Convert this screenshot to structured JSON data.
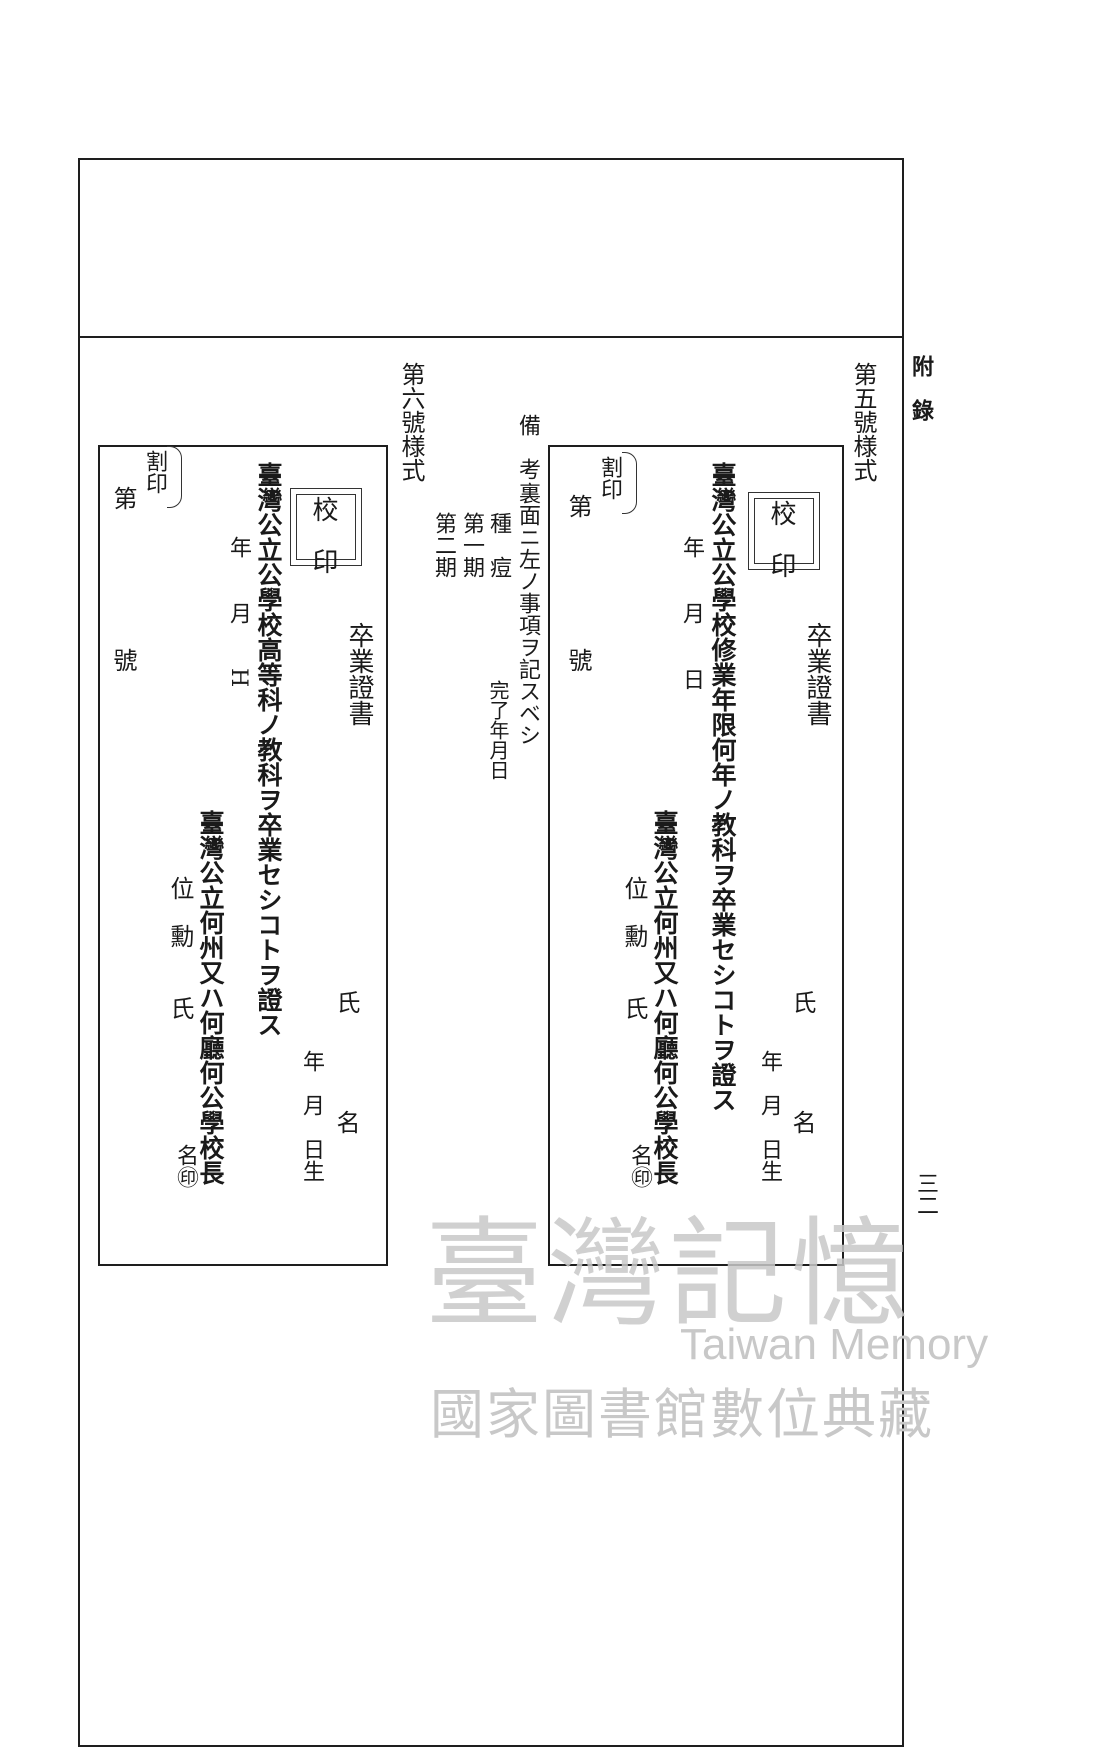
{
  "header": {
    "section": "附　錄",
    "page_number": "三二"
  },
  "form5": {
    "title": "第五號様式",
    "seal": "校　印",
    "split_seal": "割印",
    "number_a": "第",
    "number_b": "號",
    "cert_title": "卒業證書",
    "name_col": "氏　　　　名",
    "birth_col": "年　月　日生",
    "body1": "臺灣公立公學校修業年限何年ノ教科ヲ卒業セシコトヲ證ス",
    "date_col": "年　　月　　日",
    "school_col": "臺灣公立何州又ハ何廳何公學校長",
    "rank_col": "位　勳　　氏",
    "sign_col": "名㊞"
  },
  "notes": {
    "title": "備　考",
    "intro": "裏面ニ左ノ事項ヲ記スベシ",
    "item_a": "種　痘",
    "item_a_sub": "完了年月日",
    "item_b": "第一期",
    "item_c": "第二期"
  },
  "form6": {
    "title": "第六號様式",
    "seal": "校　印",
    "split_seal": "割印",
    "number_a": "第",
    "number_b": "號",
    "cert_title": "卒業證書",
    "name_col": "氏　　　　名",
    "birth_col": "年　月　日生",
    "body1": "臺灣公立公學校高等科ノ教科ヲ卒業セシコトヲ證ス",
    "date_col": "年　　月　　H",
    "school_col": "臺灣公立何州又ハ何廳何公學校長",
    "rank_col": "位　勳　　氏",
    "sign_col": "名㊞"
  },
  "watermark": {
    "calligraphy": "臺灣記憶",
    "latin": "Taiwan Memory",
    "library": "國家圖書館數位典藏"
  }
}
